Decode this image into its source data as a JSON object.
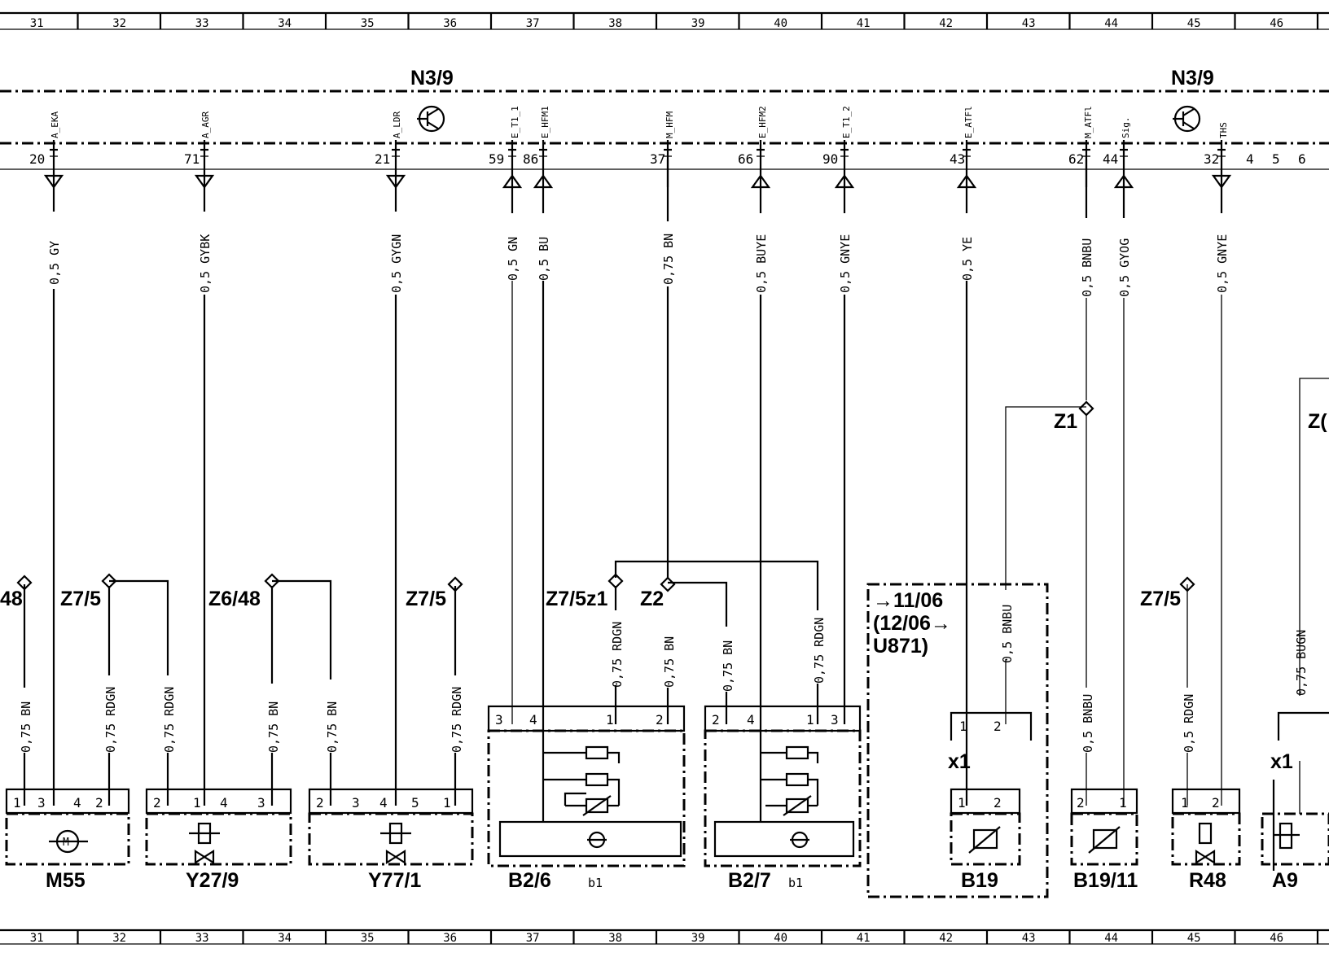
{
  "columns": [
    "31",
    "32",
    "33",
    "34",
    "35",
    "36",
    "37",
    "38",
    "39",
    "40",
    "41",
    "42",
    "43",
    "44",
    "45",
    "46"
  ],
  "ecu": {
    "label_left": "N3/9",
    "label_right": "N3/9"
  },
  "signals": [
    {
      "id": "eka",
      "name": "A_EKA",
      "pin": "20",
      "wire": "0,5 GY",
      "dir": "out"
    },
    {
      "id": "agr",
      "name": "A_AGR",
      "pin": "71",
      "wire": "0,5 GYBK",
      "dir": "out"
    },
    {
      "id": "ldr",
      "name": "A_LDR",
      "pin": "21",
      "wire": "0,5 GYGN",
      "dir": "out"
    },
    {
      "id": "t11",
      "name": "E_T1_1",
      "pin": "59",
      "wire": "0,5 GN",
      "dir": "in"
    },
    {
      "id": "hfm1",
      "name": "E_HFM1",
      "pin": "86",
      "wire": "0,5 BU",
      "dir": "in"
    },
    {
      "id": "mhfm",
      "name": "M_HFM",
      "pin": "37",
      "wire": "0,75 BN",
      "dir": "none"
    },
    {
      "id": "hfm2",
      "name": "E_HFM2",
      "pin": "66",
      "wire": "0,5 BUYE",
      "dir": "in"
    },
    {
      "id": "t12",
      "name": "E_T1_2",
      "pin": "90",
      "wire": "0,5 GNYE",
      "dir": "in"
    },
    {
      "id": "eatf",
      "name": "E_ATFl",
      "pin": "43",
      "wire": "0,5 YE",
      "dir": "in"
    },
    {
      "id": "matf",
      "name": "M_ATFl",
      "pin": "62",
      "wire": "0,5 BNBU",
      "dir": "none"
    },
    {
      "id": "sig",
      "name": "Sig.",
      "pin": "44",
      "wire": "0,5 GYOG",
      "dir": "in"
    },
    {
      "id": "ths",
      "name": "THS",
      "pin": "32",
      "wire": "0,5 GNYE",
      "dir": "out"
    }
  ],
  "extra_pins": [
    "4",
    "5",
    "6"
  ],
  "splices": [
    {
      "id": "z748",
      "label": "48"
    },
    {
      "id": "z75a",
      "label": "Z7/5"
    },
    {
      "id": "z648",
      "label": "Z6/48"
    },
    {
      "id": "z75b",
      "label": "Z7/5"
    },
    {
      "id": "z75z1",
      "label": "Z7/5z1"
    },
    {
      "id": "z2",
      "label": "Z2"
    },
    {
      "id": "z1",
      "label": "Z1"
    },
    {
      "id": "z75c",
      "label": "Z7/5"
    },
    {
      "id": "zedge",
      "label": "Z("
    }
  ],
  "lower_wires": [
    {
      "id": "w1",
      "text": "0,75 BN"
    },
    {
      "id": "w2",
      "text": "0,75 RDGN"
    },
    {
      "id": "w3",
      "text": "0,75 RDGN"
    },
    {
      "id": "w4",
      "text": "0,75 BN"
    },
    {
      "id": "w5",
      "text": "0,75 BN"
    },
    {
      "id": "w6",
      "text": "0,75 RDGN"
    },
    {
      "id": "w7",
      "text": "0,75 RDGN"
    },
    {
      "id": "w8",
      "text": "0,75 BN"
    },
    {
      "id": "w9",
      "text": "0,75 BN"
    },
    {
      "id": "w10",
      "text": "0,75 RDGN"
    },
    {
      "id": "w11",
      "text": "0,5 BNBU"
    },
    {
      "id": "w12",
      "text": "0,5 BNBU"
    },
    {
      "id": "w13",
      "text": "0,5 RDGN"
    },
    {
      "id": "w14",
      "text": "0,75 BUGN"
    }
  ],
  "components": [
    {
      "id": "m55",
      "label": "M55",
      "pins": [
        "1",
        "3",
        "4",
        "2"
      ]
    },
    {
      "id": "y279",
      "label": "Y27/9",
      "pins": [
        "2",
        "1",
        "4",
        "3"
      ]
    },
    {
      "id": "y771",
      "label": "Y77/1",
      "pins": [
        "2",
        "3",
        "4",
        "5",
        "1"
      ]
    },
    {
      "id": "b26",
      "label": "B2/6",
      "sub": "b1",
      "pins": [
        "3",
        "4",
        "1",
        "2"
      ]
    },
    {
      "id": "b27",
      "label": "B2/7",
      "sub": "b1",
      "pins": [
        "2",
        "4",
        "1",
        "3"
      ]
    },
    {
      "id": "b19",
      "label": "B19",
      "pins": [
        "1",
        "2"
      ]
    },
    {
      "id": "b1911",
      "label": "B19/11",
      "pins": [
        "2",
        "1"
      ]
    },
    {
      "id": "r48",
      "label": "R48",
      "pins": [
        "1",
        "2"
      ]
    },
    {
      "id": "a9",
      "label": "A9",
      "pins": []
    }
  ],
  "connectors": [
    {
      "id": "x1a",
      "label": "x1",
      "pins": [
        "1",
        "2"
      ]
    },
    {
      "id": "x1b",
      "label": "x1",
      "pins": []
    }
  ],
  "variant": {
    "line1": "→11/06",
    "line2": "(12/06→",
    "line3": "U871)"
  }
}
